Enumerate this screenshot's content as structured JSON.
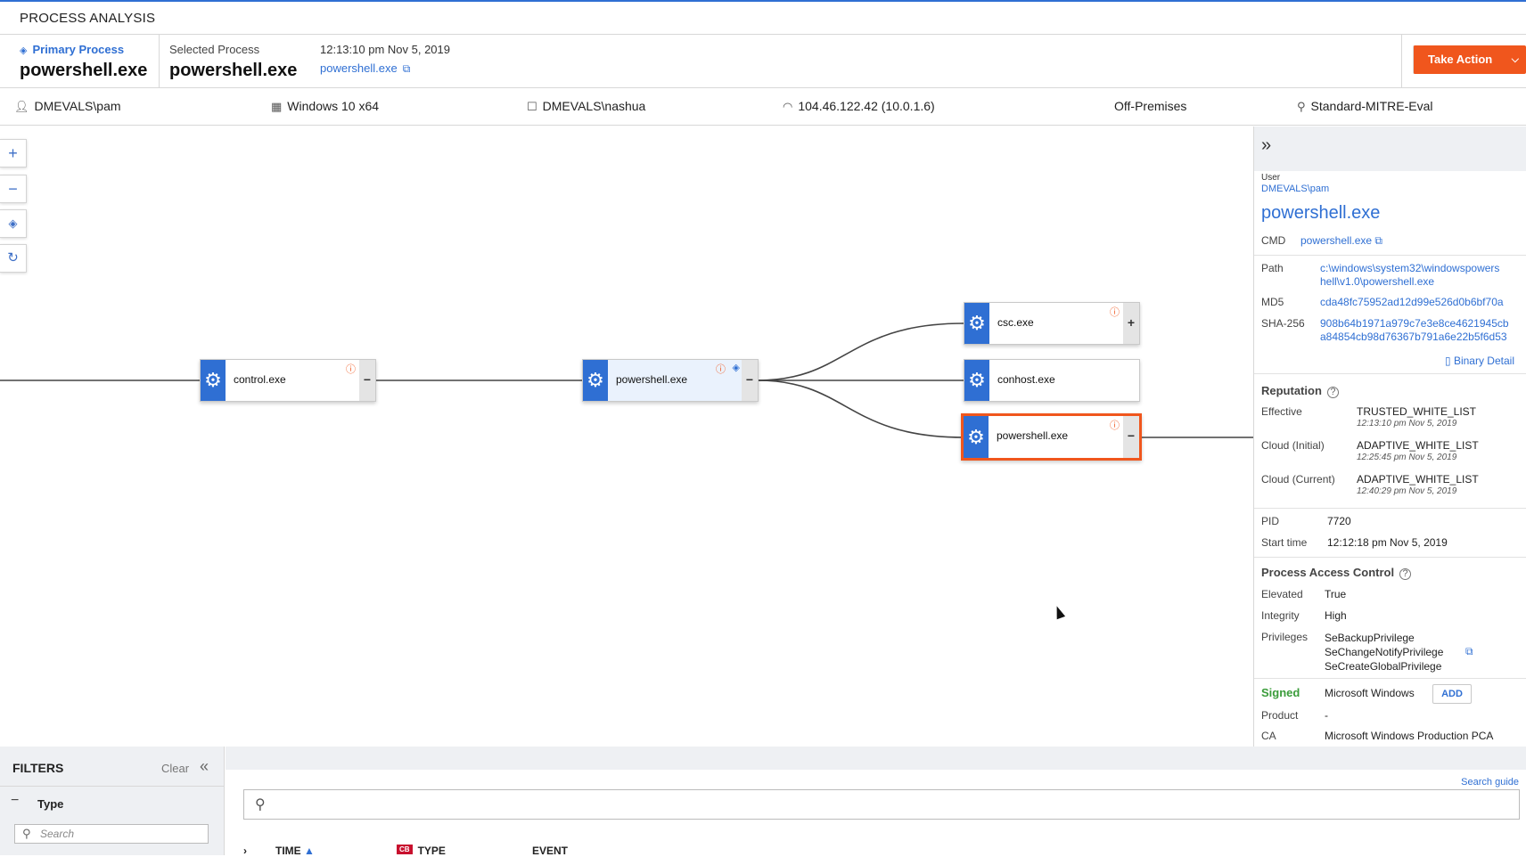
{
  "header": {
    "title": "PROCESS ANALYSIS"
  },
  "primary": {
    "label": "Primary Process",
    "name": "powershell.exe"
  },
  "selected": {
    "label": "Selected Process",
    "name": "powershell.exe",
    "time": "12:13:10 pm Nov 5, 2019",
    "cmd": "powershell.exe"
  },
  "take_action": "Take Action",
  "info": {
    "user": "DMEVALS\\pam",
    "os": "Windows 10 x64",
    "device": "DMEVALS\\nashua",
    "ip": "104.46.122.42 (10.0.1.6)",
    "location": "Off-Premises",
    "policy": "Standard-MITRE-Eval"
  },
  "nodes": {
    "control": "control.exe",
    "powershell_parent": "powershell.exe",
    "csc": "csc.exe",
    "conhost": "conhost.exe",
    "powershell_selected": "powershell.exe"
  },
  "side": {
    "user_label": "User",
    "user_value": "DMEVALS\\pam",
    "process_name": "powershell.exe",
    "cmd_label": "CMD",
    "cmd_value": "powershell.exe",
    "path_label": "Path",
    "path_value_1": "c:\\windows\\system32\\windowspowers",
    "path_value_2": "hell\\v1.0\\powershell.exe",
    "md5_label": "MD5",
    "md5_value": "cda48fc75952ad12d99e526d0b6bf70a",
    "sha_label": "SHA-256",
    "sha_value_1": "908b64b1971a979c7e3e8ce4621945cb",
    "sha_value_2": "a84854cb98d76367b791a6e22b5f6d53",
    "binary_detail": "Binary Detail",
    "reputation_label": "Reputation",
    "rep": [
      {
        "label": "Effective",
        "value": "TRUSTED_WHITE_LIST",
        "time": "12:13:10 pm Nov 5, 2019"
      },
      {
        "label": "Cloud (Initial)",
        "value": "ADAPTIVE_WHITE_LIST",
        "time": "12:25:45 pm Nov 5, 2019"
      },
      {
        "label": "Cloud (Current)",
        "value": "ADAPTIVE_WHITE_LIST",
        "time": "12:40:29 pm Nov 5, 2019"
      }
    ],
    "pid_label": "PID",
    "pid_value": "7720",
    "start_label": "Start time",
    "start_value": "12:12:18 pm Nov 5, 2019",
    "pac_label": "Process Access Control",
    "elevated_label": "Elevated",
    "elevated_value": "True",
    "integrity_label": "Integrity",
    "integrity_value": "High",
    "privileges_label": "Privileges",
    "privileges": [
      "SeBackupPrivilege",
      "SeChangeNotifyPrivilege",
      "SeCreateGlobalPrivilege"
    ],
    "signed_label": "Signed",
    "signed_value": "Microsoft Windows",
    "add_label": "ADD",
    "product_label": "Product",
    "product_value": "-",
    "ca_label": "CA",
    "ca_value": "Microsoft Windows Production PCA"
  },
  "filters": {
    "title": "FILTERS",
    "clear": "Clear",
    "type_label": "Type",
    "search_placeholder": "Search"
  },
  "events": {
    "search_guide": "Search guide",
    "columns": [
      "TIME",
      "TYPE",
      "EVENT"
    ],
    "type_badge": "CB"
  },
  "colors": {
    "accent": "#2f6fd3",
    "action": "#f0561d",
    "signed": "#3a9c3a"
  },
  "icons": {
    "primary": "diamond-icon",
    "external": "external-link-icon",
    "user": "user-icon",
    "os": "windows-icon",
    "device": "monitor-icon",
    "network": "wifi-icon",
    "policy": "pin-icon",
    "process": "gear-icon"
  }
}
